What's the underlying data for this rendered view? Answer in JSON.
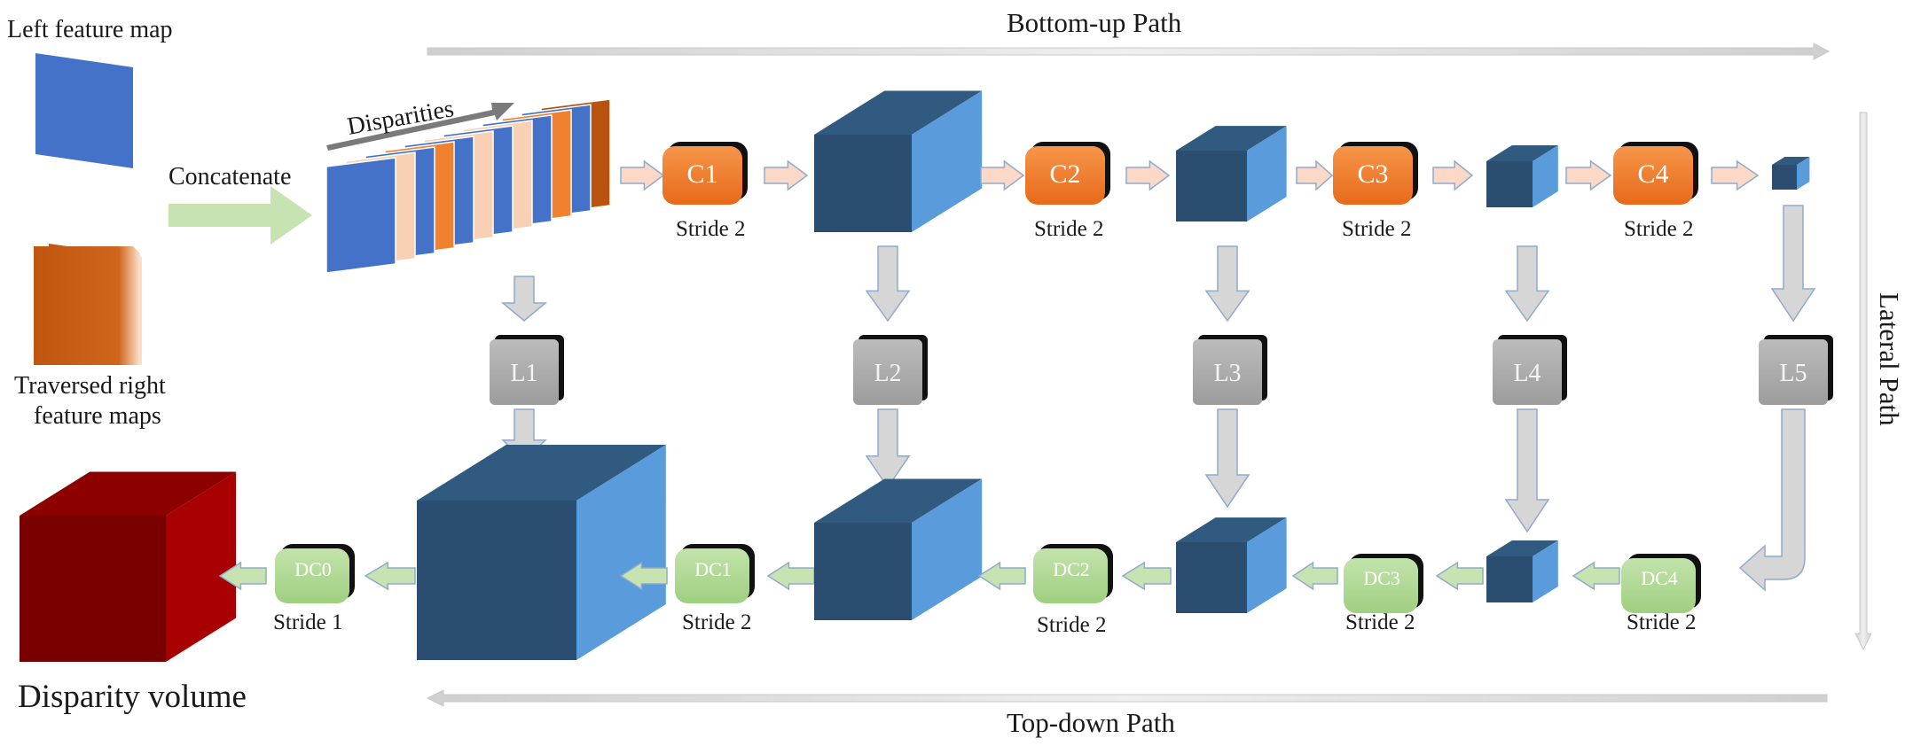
{
  "inputs": {
    "left_map": "Left feature map",
    "concatenate": "Concatenate",
    "right_maps_line1": "Traversed right",
    "right_maps_line2": "feature maps",
    "disparities": "Disparities"
  },
  "paths": {
    "bottom_up": "Bottom-up Path",
    "top_down": "Top-down Path",
    "lateral": "Lateral Path"
  },
  "encoder": [
    {
      "label": "C1",
      "stride": "Stride 2"
    },
    {
      "label": "C2",
      "stride": "Stride 2"
    },
    {
      "label": "C3",
      "stride": "Stride 2"
    },
    {
      "label": "C4",
      "stride": "Stride 2"
    }
  ],
  "lateral_blocks": [
    "L1",
    "L2",
    "L3",
    "L4",
    "L5"
  ],
  "decoder": [
    {
      "label": "DC0",
      "stride": "Stride 1"
    },
    {
      "label": "DC1",
      "stride": "Stride 2"
    },
    {
      "label": "DC2",
      "stride": "Stride 2"
    },
    {
      "label": "DC3",
      "stride": "Stride 2"
    },
    {
      "label": "DC4",
      "stride": "Stride 2"
    }
  ],
  "output": {
    "label": "Disparity volume"
  },
  "colors": {
    "cube_front": "#2b4d6f",
    "cube_top": "#315a81",
    "cube_side": "#5a9cdb",
    "encoder_orange": "#f07b27",
    "decoder_green": "#a9d58c",
    "lateral_grey": "#a8a8a8",
    "output_red": "#a80000",
    "left_map_blue": "#4472c9",
    "right_map_orange": "#c0550f",
    "flow_arrow": "#fbd9c6",
    "lateral_arrow": "#d6d6d6",
    "concat_arrow": "#c7e3b2",
    "path_arrow": "#e2e2e2"
  }
}
